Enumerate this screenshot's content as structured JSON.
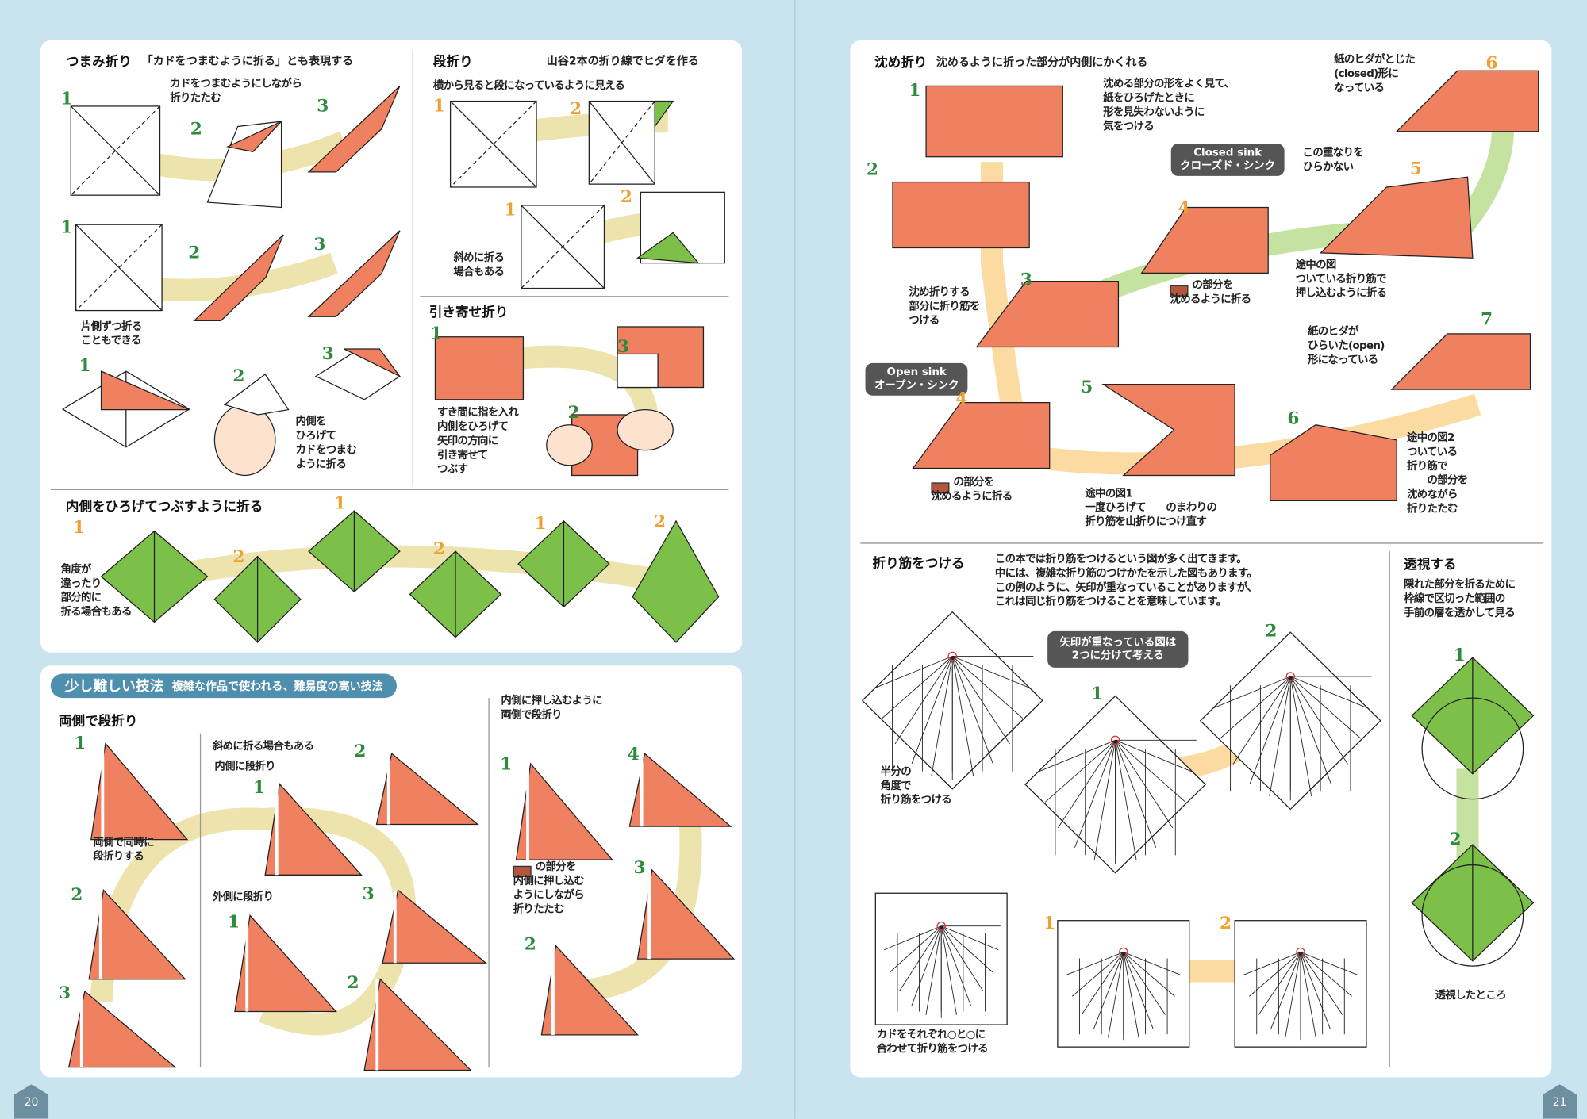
{
  "page_numbers": {
    "left": "20",
    "right": "21"
  },
  "tsumami": {
    "title": "つまみ折り",
    "subtitle": "「カドをつまむように折る」とも表現する",
    "note_pinch": "カドをつまむようにしながら\n折りたたむ",
    "note_one_side": "片側ずつ折る\nこともできる",
    "note_inside": "内側を\nひろげて\nカドをつまむ\nように折る"
  },
  "danori": {
    "title": "段折り",
    "subtitle": "山谷2本の折り線でヒダを作る",
    "note_side": "横から見ると段になっているように見える",
    "note_diag": "斜めに折る\n場合もある"
  },
  "hikiyose": {
    "title": "引き寄せ折り",
    "note": "すき間に指を入れ\n内側をひろげて\n矢印の方向に\n引き寄せて\nつぶす"
  },
  "hirogete": {
    "title": "内側をひろげてつぶすように折る",
    "note": "角度が\n違ったり\n部分的に\n折る場合もある"
  },
  "advanced": {
    "banner_title": "少し難しい技法",
    "banner_subtitle": "複雑な作品で使われる、難易度の高い技法",
    "both_title": "両側で段折り",
    "both_note": "両側で同時に\n段折りする",
    "diag_note": "斜めに折る場合もある",
    "inside_title": "内側に段折り",
    "outside_title": "外側に段折り",
    "push_title": "内側に押し込むように\n両側で段折り",
    "push_note": "の部分を\n内側に押し込む\nようにしながら\n折りたたむ"
  },
  "shizume": {
    "title": "沈め折り",
    "subtitle": "沈めるように折った部分が内側にかくれる",
    "note_shape": "沈める部分の形をよく見て、\n紙をひろげたときに\n形を見失わないように\n気をつける",
    "note_closed": "紙のヒダがとじた\n(closed)形に\nなっている",
    "closed_badge": "Closed sink\nクローズド・シンク",
    "note_keep": "この重なりを\nひらかない",
    "note_sink4": "の部分を\n沈めるように折る",
    "note_mid": "途中の図\nついている折り筋で\n押し込むように折る",
    "note_crease": "沈め折りする\n部分に折り筋を\nつける",
    "open_badge": "Open sink\nオープン・シンク",
    "note_open": "紙のヒダが\nひらいた(open)\n形になっている",
    "note_open4": "の部分を\n沈めるように折る",
    "note_mid1": "途中の図1\n一度ひろげて　　のまわりの\n折り筋を山折りにつけ直す",
    "note_mid2": "途中の図2\nついている\n折り筋で\n　　の部分を\n沈めながら\n折りたたむ"
  },
  "orisuji": {
    "title": "折り筋をつける",
    "body": "この本では折り筋をつけるという図が多く出てきます。\n中には、複雑な折り筋のつけかたを示した図もあります。\nこの例のように、矢印が重なっていることがありますが、\nこれは同じ折り筋をつけることを意味しています。",
    "badge": "矢印が重なっている図は\n2つに分けて考える",
    "note_half": "半分の\n角度で\n折り筋をつける",
    "note_corner": "カドをそれぞれ○と○に\n合わせて折り筋をつける"
  },
  "toushi": {
    "title": "透視する",
    "body": "隠れた部分を折るために\n枠線で区切った範囲の\n手前の層を透かして見る",
    "note": "透視したところ"
  },
  "steps": [
    "1",
    "2",
    "3",
    "4",
    "5",
    "6",
    "7"
  ],
  "colors": {
    "background": "#c9e3ef",
    "paper_orange": "#ef8060",
    "paper_green": "#7cc04a",
    "step_green": "#2e8b3e",
    "step_orange": "#f0a030",
    "banner": "#4f8fae"
  }
}
